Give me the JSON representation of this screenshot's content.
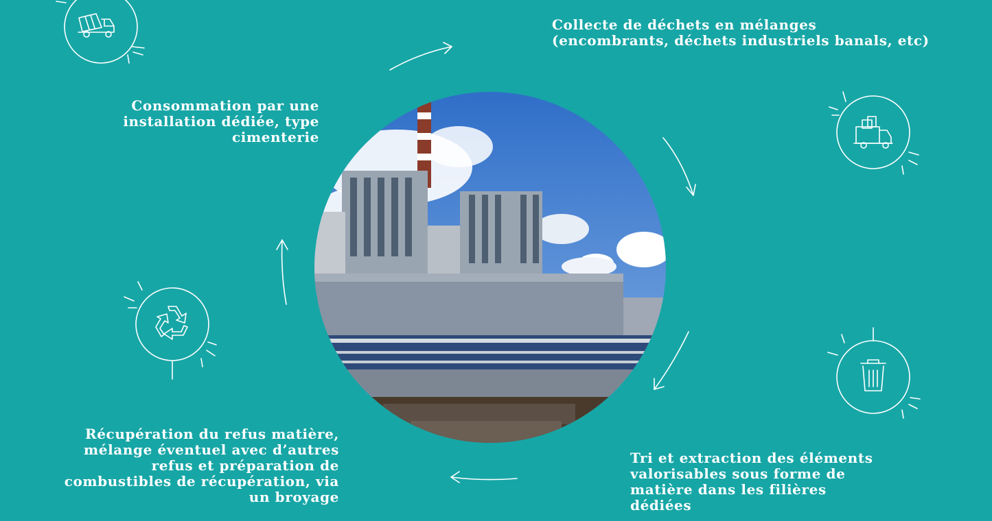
{
  "steps": {
    "collecte": "Collecte de déchets en mélanges\n(encombrants, déchets industriels banals, etc)",
    "tri": "Tri et extraction des éléments\nvalorisables sous forme de\nmatière dans les filières\ndédiées",
    "recuperation": "Récupération du refus matière,\nmélange éventuel avec d’autres\nrefus et préparation de\ncombustibles de récupération, via\nun broyage",
    "consommation": "Consommation par une\ninstallation dédiée, type\ncimenterie"
  },
  "icons": {
    "top_left": "cement-mixer-truck-icon",
    "top_right": "delivery-truck-icon",
    "bottom_right": "trash-bin-icon",
    "bottom_left": "recycle-icon"
  },
  "colors": {
    "background": "#17a6a6",
    "line": "#ffffff",
    "sky": "#4a7fd0"
  },
  "photo": "industrial-plant-photo"
}
